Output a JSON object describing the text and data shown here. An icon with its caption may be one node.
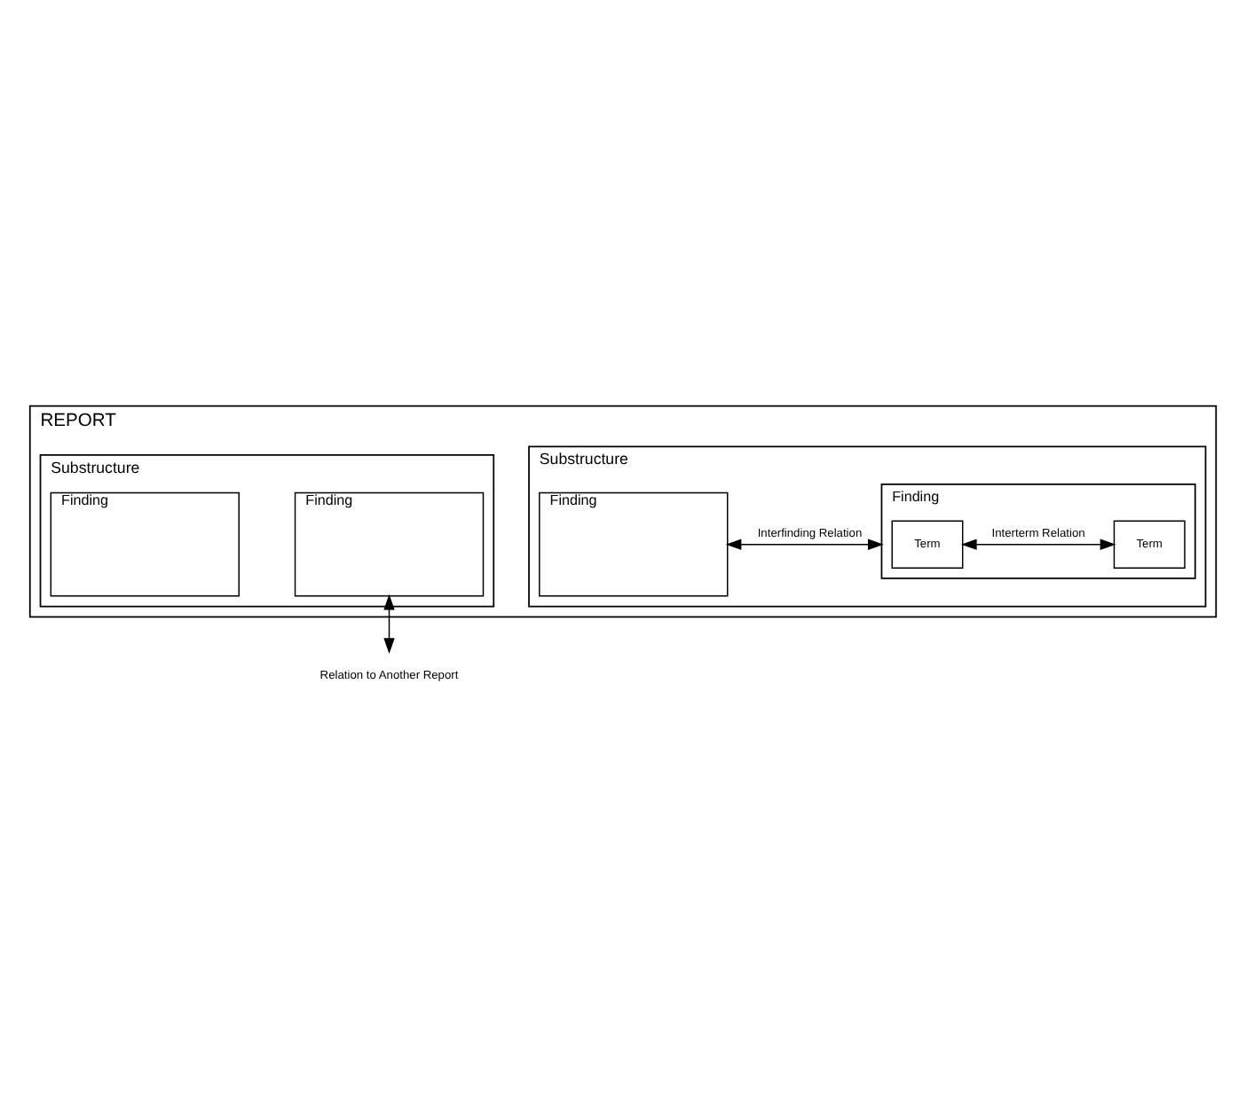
{
  "diagram": {
    "nodes": [
      {
        "text": [
          "REPORT"
        ]
      },
      {
        "text": [
          "Substructure"
        ],
        "in": 0
      },
      {
        "text": [
          "Finding"
        ],
        "in": 1
      },
      {
        "text": [
          "Term"
        ],
        "in": 2
      },
      {
        "text": [
          "Term"
        ],
        "in": 2
      },
      {
        "text": [
          "Finding"
        ],
        "in": 1
      },
      {
        "text": [
          "Substructure"
        ],
        "in": 0
      },
      {
        "text": [
          "Finding"
        ],
        "in": 6
      },
      {
        "text": [
          "Finding"
        ],
        "in": 6
      },
      {
        "text": [
          "Relation to Another Report"
        ]
      }
    ],
    "edges": [
      {
        "from": 2,
        "to": 5,
        "arrow": "both",
        "label": "Interfinding Relation"
      },
      {
        "from": 3,
        "to": 4,
        "arrow": "both",
        "label": "Interterm Relation"
      },
      {
        "from": 7,
        "to": 9,
        "arrow": "both"
      }
    ]
  }
}
